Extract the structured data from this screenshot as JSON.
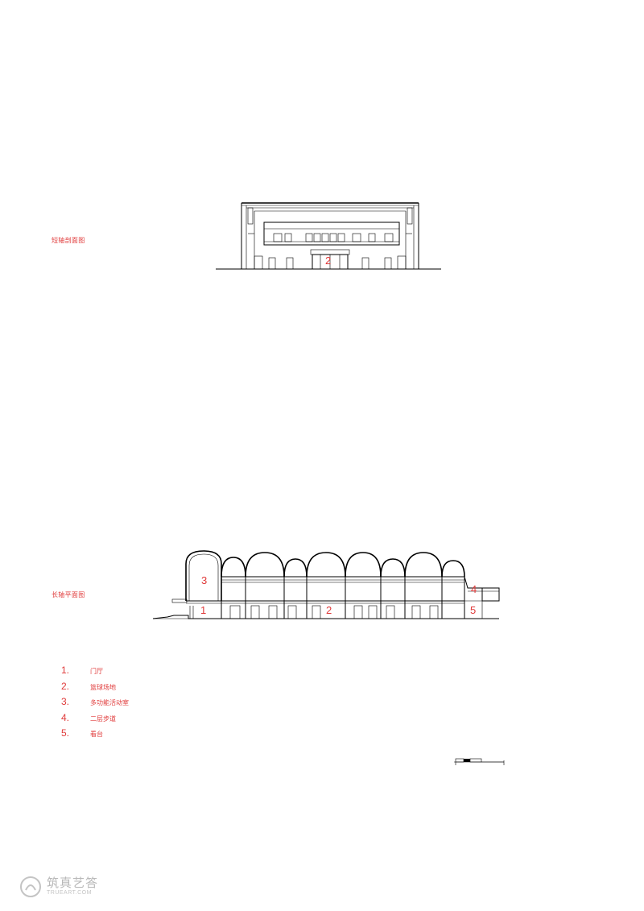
{
  "drawings": {
    "short_section_caption": "短轴剖面图",
    "long_section_caption": "长轴平面图"
  },
  "section_numbers": [
    "1",
    "2",
    "3",
    "4",
    "5"
  ],
  "legend": [
    {
      "num": "1.",
      "label": "门厅"
    },
    {
      "num": "2.",
      "label": "篮球场地"
    },
    {
      "num": "3.",
      "label": "多功能活动室"
    },
    {
      "num": "4.",
      "label": "二层步道"
    },
    {
      "num": "5.",
      "label": "看台"
    }
  ],
  "watermark": {
    "cn": "筑真艺答",
    "en": "TRUEART.COM"
  },
  "colors": {
    "annotation": "#e03a3a",
    "line": "#000000",
    "watermark": "#b8b8b8"
  }
}
